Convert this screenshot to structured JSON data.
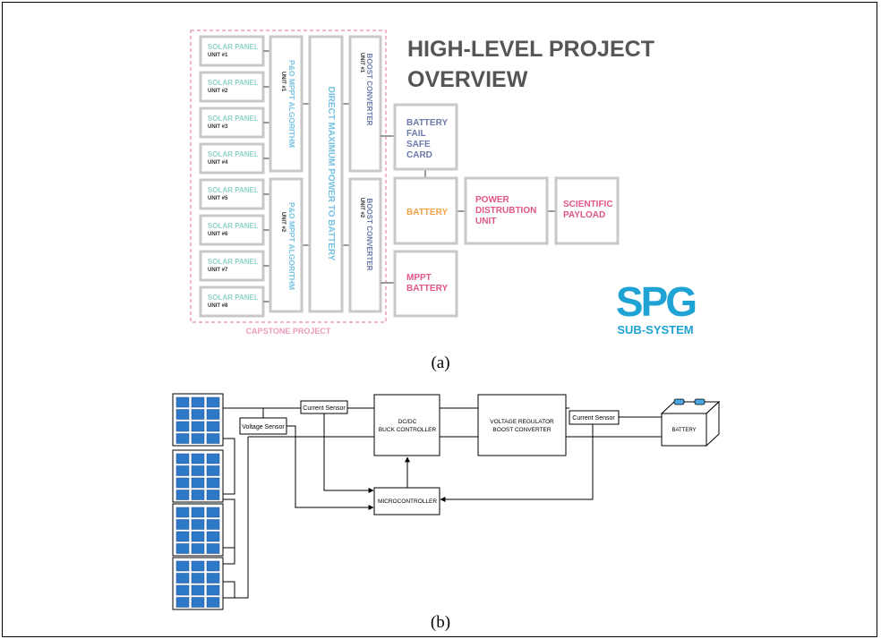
{
  "part_a": {
    "caption": "(a)",
    "title_line1": "HIGH-LEVEL PROJECT",
    "title_line2": "OVERVIEW",
    "solar_panels": [
      {
        "name": "SOLAR PANEL",
        "unit": "UNIT #1"
      },
      {
        "name": "SOLAR PANEL",
        "unit": "UNIT #2"
      },
      {
        "name": "SOLAR PANEL",
        "unit": "UNIT #3"
      },
      {
        "name": "SOLAR PANEL",
        "unit": "UNIT #4"
      },
      {
        "name": "SOLAR PANEL",
        "unit": "UNIT #5"
      },
      {
        "name": "SOLAR PANEL",
        "unit": "UNIT #6"
      },
      {
        "name": "SOLAR PANEL",
        "unit": "UNIT #7"
      },
      {
        "name": "SOLAR PANEL",
        "unit": "UNIT #8"
      }
    ],
    "mppt_units": [
      {
        "name": "P&O MPPT ALGORITHM",
        "unit": "UNIT #1"
      },
      {
        "name": "P&O MPPT ALGORITHM",
        "unit": "UNIT #2"
      }
    ],
    "direct_power": "DIRECT MAXIMUM POWER TO BATTERY",
    "boost_units": [
      {
        "name": "BOOST CONVERTER",
        "unit": "UNIT #1"
      },
      {
        "name": "BOOST CONVERTER",
        "unit": "UNIT #2"
      }
    ],
    "battery_fail": [
      "BATTERY",
      "FAIL",
      "SAFE",
      "CARD"
    ],
    "battery": "BATTERY",
    "pdu": [
      "POWER",
      "DISTRUBTION",
      "UNIT"
    ],
    "payload": [
      "SCIENTIFIC",
      "PAYLOAD"
    ],
    "mppt_battery": [
      "MPPT",
      "BATTERY"
    ],
    "capstone": "CAPSTONE PROJECT",
    "logo_text": "SPG",
    "logo_sub": "SUB-SYSTEM",
    "colors": {
      "frame_grey": "#c8c8c8",
      "teal": "#8fd4cc",
      "light_blue": "#77c2e2",
      "slate": "#6b7aa8",
      "pink": "#e0568a",
      "orange": "#f0a24a",
      "title": "#555555",
      "logo": "#1fa3d4"
    }
  },
  "part_b": {
    "caption": "(b)",
    "current_sensor_1": "Current Sensor",
    "voltage_sensor": "Voltage Sensor",
    "dcdc": [
      "DC/DC",
      "BUCK CONTROLLER"
    ],
    "voltage_regulator": [
      "VOLTAGE REGULATOR",
      "BOOST CONVERTER"
    ],
    "current_sensor_2": "Current Sensor",
    "battery": "BATTERY",
    "microcontroller": "MICROCONTROLLER",
    "colors": {
      "panel_cell": "#2e78c8",
      "terminal": "#4aa7e0"
    }
  }
}
